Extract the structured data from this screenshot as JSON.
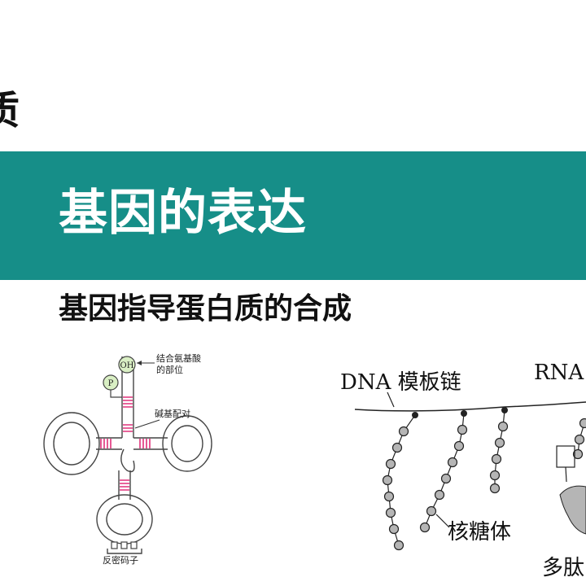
{
  "slide": {
    "top_fragment": "质",
    "banner_title": "基因的表达",
    "subtitle": "基因指导蛋白质的合成"
  },
  "trna": {
    "oh_label": "OH",
    "p_label": "P",
    "amino_acid_site_line1": "结合氨基酸",
    "amino_acid_site_line2": "的部位",
    "base_pairing": "碱基配对",
    "anticodon": "反密码子"
  },
  "translation": {
    "dna_label": "DNA 模板链",
    "rna_label": "RNA",
    "ribosome_label": "核糖体",
    "polypeptide_label": "多肽"
  },
  "colors": {
    "banner": "#168e88",
    "base_pair": "#e0307a",
    "bead": "#b5b5b5"
  }
}
